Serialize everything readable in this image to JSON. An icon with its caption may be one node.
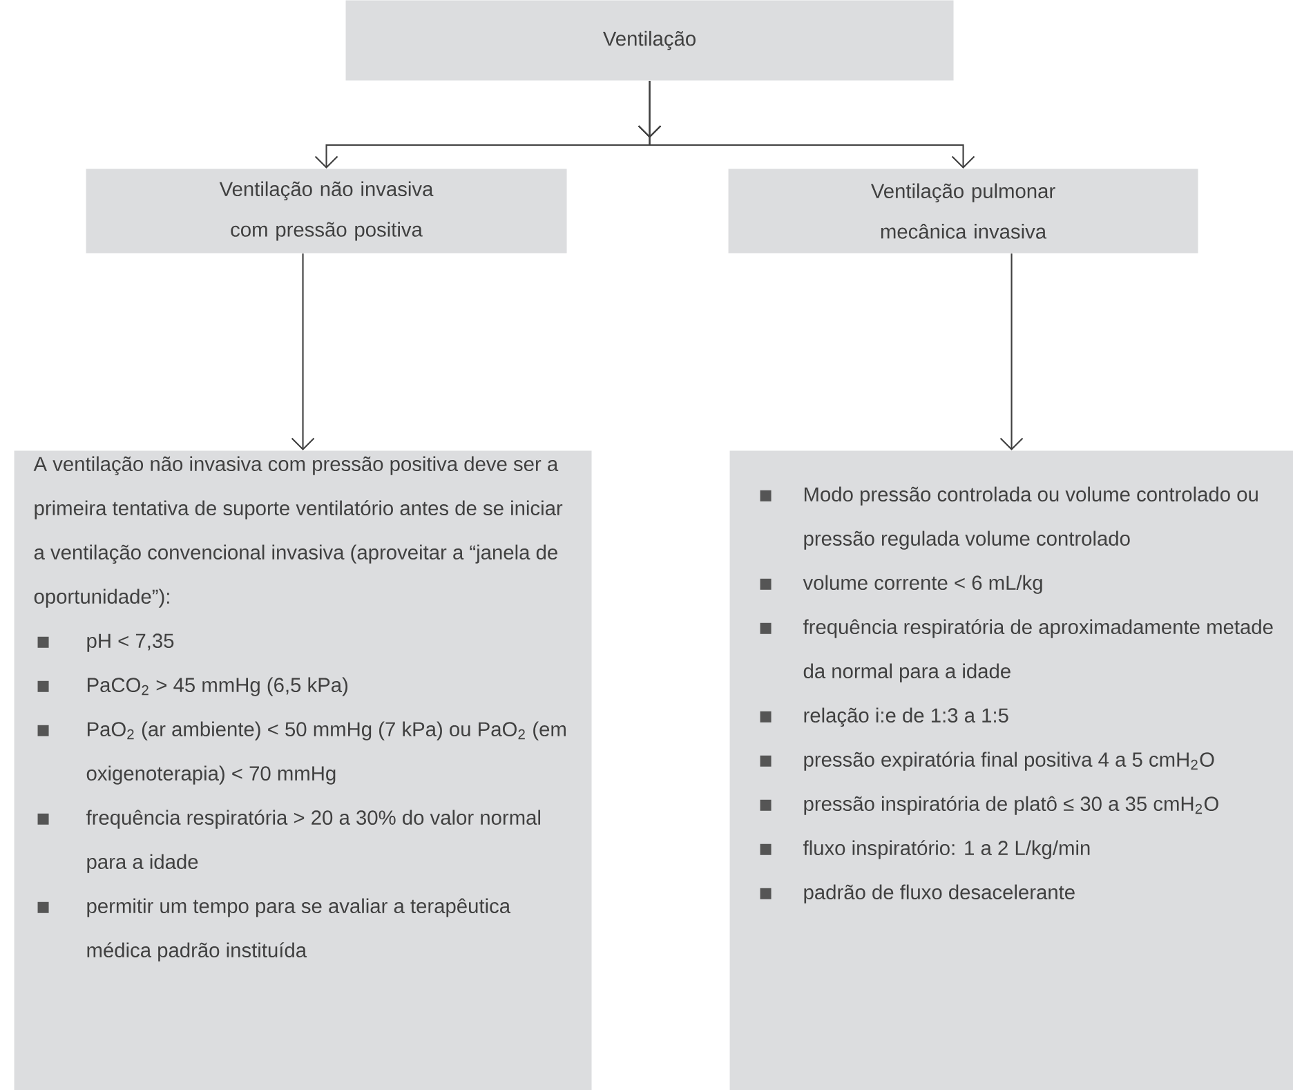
{
  "diagram": {
    "nodes": [
      {
        "text": [
          "Ventilação"
        ]
      },
      {
        "text": [
          "Ventilação não invasiva com pressão positiva"
        ]
      },
      {
        "text": [
          "Ventilação pulmonar mecânica invasiva"
        ]
      },
      {
        "text": [
          "A ventilação não invasiva com pressão positiva deve ser a primeira tentativa de suporte ventilatório antes de se iniciar a ventilação convencional invasiva (aproveitar a “janela de oportunidade”):",
          "pH < 7,35",
          "PaCO$_{2}$ > 45 mmHg (6,5 kPa)",
          "PaO$_{2}$ (ar ambiente) < 50 mmHg (7 kPa) ou PaO$_{2}$ (em oxigenoterapia) < 70 mmHg",
          "frequência respiratória > 20 a 30% do valor normal para a idade",
          "permitir um tempo para se avaliar a terapêutica médica padrão instituída"
        ]
      },
      {
        "text": [
          "Modo pressão controlada ou volume controlado ou pressão regulada volume controlado",
          "volume corrente < 6 mL/kg",
          "frequência respiratória de aproximadamente metade da normal para a idade",
          "relação i:e de 1:3 a 1:5",
          "pressão expiratória final positiva 4 a 5 cmH$_{2}$O",
          "pressão inspiratória de platô ≤ 30 a 35 cmH$_{2}$O",
          "fluxo inspiratório: 1 a 2 L/kg/min",
          "padrão de fluxo desacelerante"
        ]
      }
    ],
    "edges": [
      {
        "from": 0,
        "to": 1,
        "arrow": "to"
      },
      {
        "from": 0,
        "to": 2,
        "arrow": "to"
      },
      {
        "from": 1,
        "to": 3,
        "arrow": "to"
      },
      {
        "from": 2,
        "to": 4,
        "arrow": "to"
      }
    ]
  }
}
